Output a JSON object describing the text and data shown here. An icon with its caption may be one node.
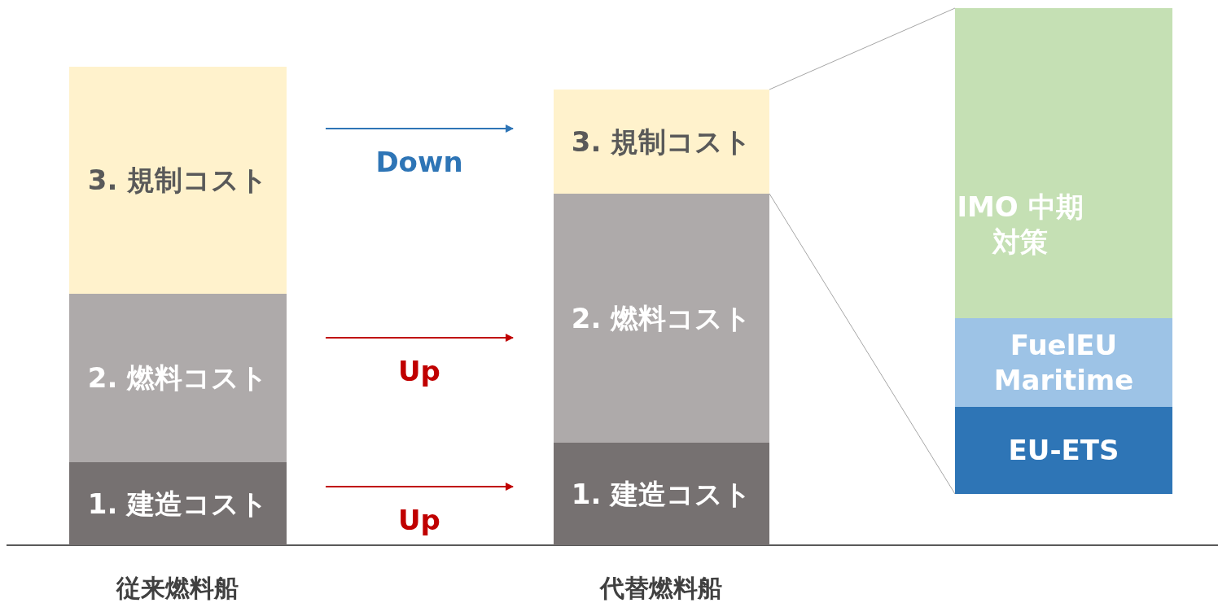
{
  "diagram": {
    "nodes": [
      {
        "text": [
          "3. 規制コスト"
        ]
      },
      {
        "text": [
          "2. 燃料コスト"
        ]
      },
      {
        "text": [
          "1. 建造コスト"
        ]
      },
      {
        "text": [
          "3. 規制コスト"
        ]
      },
      {
        "text": [
          "2. 燃料コスト"
        ]
      },
      {
        "text": [
          "1. 建造コスト"
        ]
      },
      {
        "text": [
          "IMO 中期対策"
        ]
      },
      {
        "text": [
          "FuelEU Maritime"
        ]
      },
      {
        "text": [
          "EU-ETS"
        ]
      }
    ],
    "edges": [
      {
        "from": 0,
        "to": 3,
        "arrow": "to",
        "label": "Down",
        "color": "#2e75b6"
      },
      {
        "from": 1,
        "to": 4,
        "arrow": "to",
        "label": "Up",
        "color": "#c00000"
      },
      {
        "from": 2,
        "to": 5,
        "arrow": "to",
        "label": "Up",
        "color": "#c00000"
      },
      {
        "from": 3,
        "to": 6,
        "arrow": "none",
        "color": "#a6a6a6"
      },
      {
        "from": 3,
        "to": 8,
        "arrow": "none",
        "color": "#a6a6a6"
      }
    ],
    "labels": [
      "従来燃料船",
      "代替燃料船"
    ]
  }
}
